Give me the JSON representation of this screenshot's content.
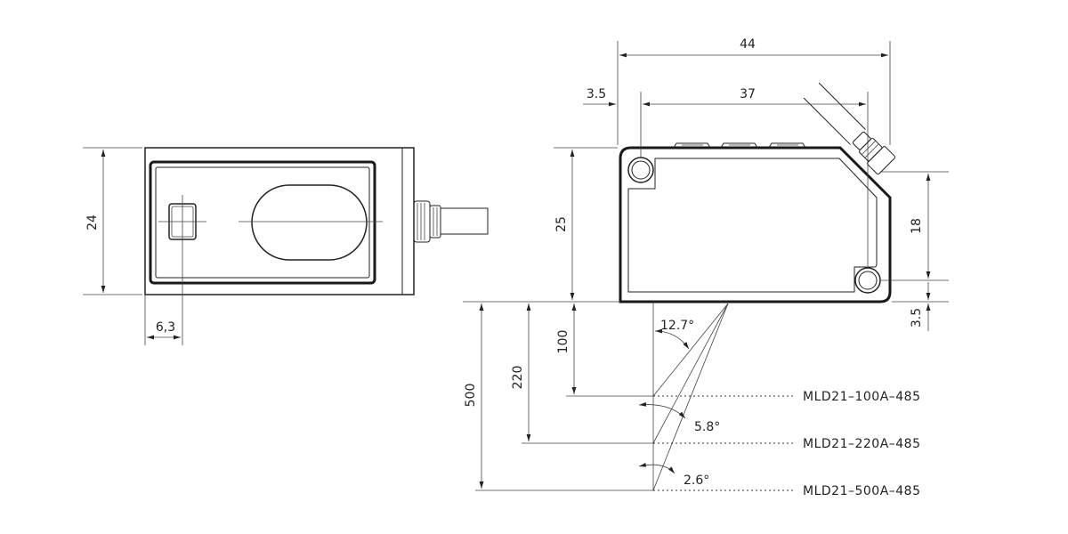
{
  "dimensions": {
    "front_height": "24",
    "front_offset": "6,3",
    "side_total_width": "44",
    "side_hole_spacing": "37",
    "side_edge_offset": "3.5",
    "side_height": "25",
    "side_hole_vertical": "18",
    "side_bottom_offset": "3.5",
    "range_100": "100",
    "range_220": "220",
    "range_500": "500"
  },
  "angles": {
    "a1": "12.7°",
    "a2": "5.8°",
    "a3": "2.6°"
  },
  "models": {
    "m100": "MLD21–100A–485",
    "m220": "MLD21–220A–485",
    "m500": "MLD21–500A–485"
  }
}
